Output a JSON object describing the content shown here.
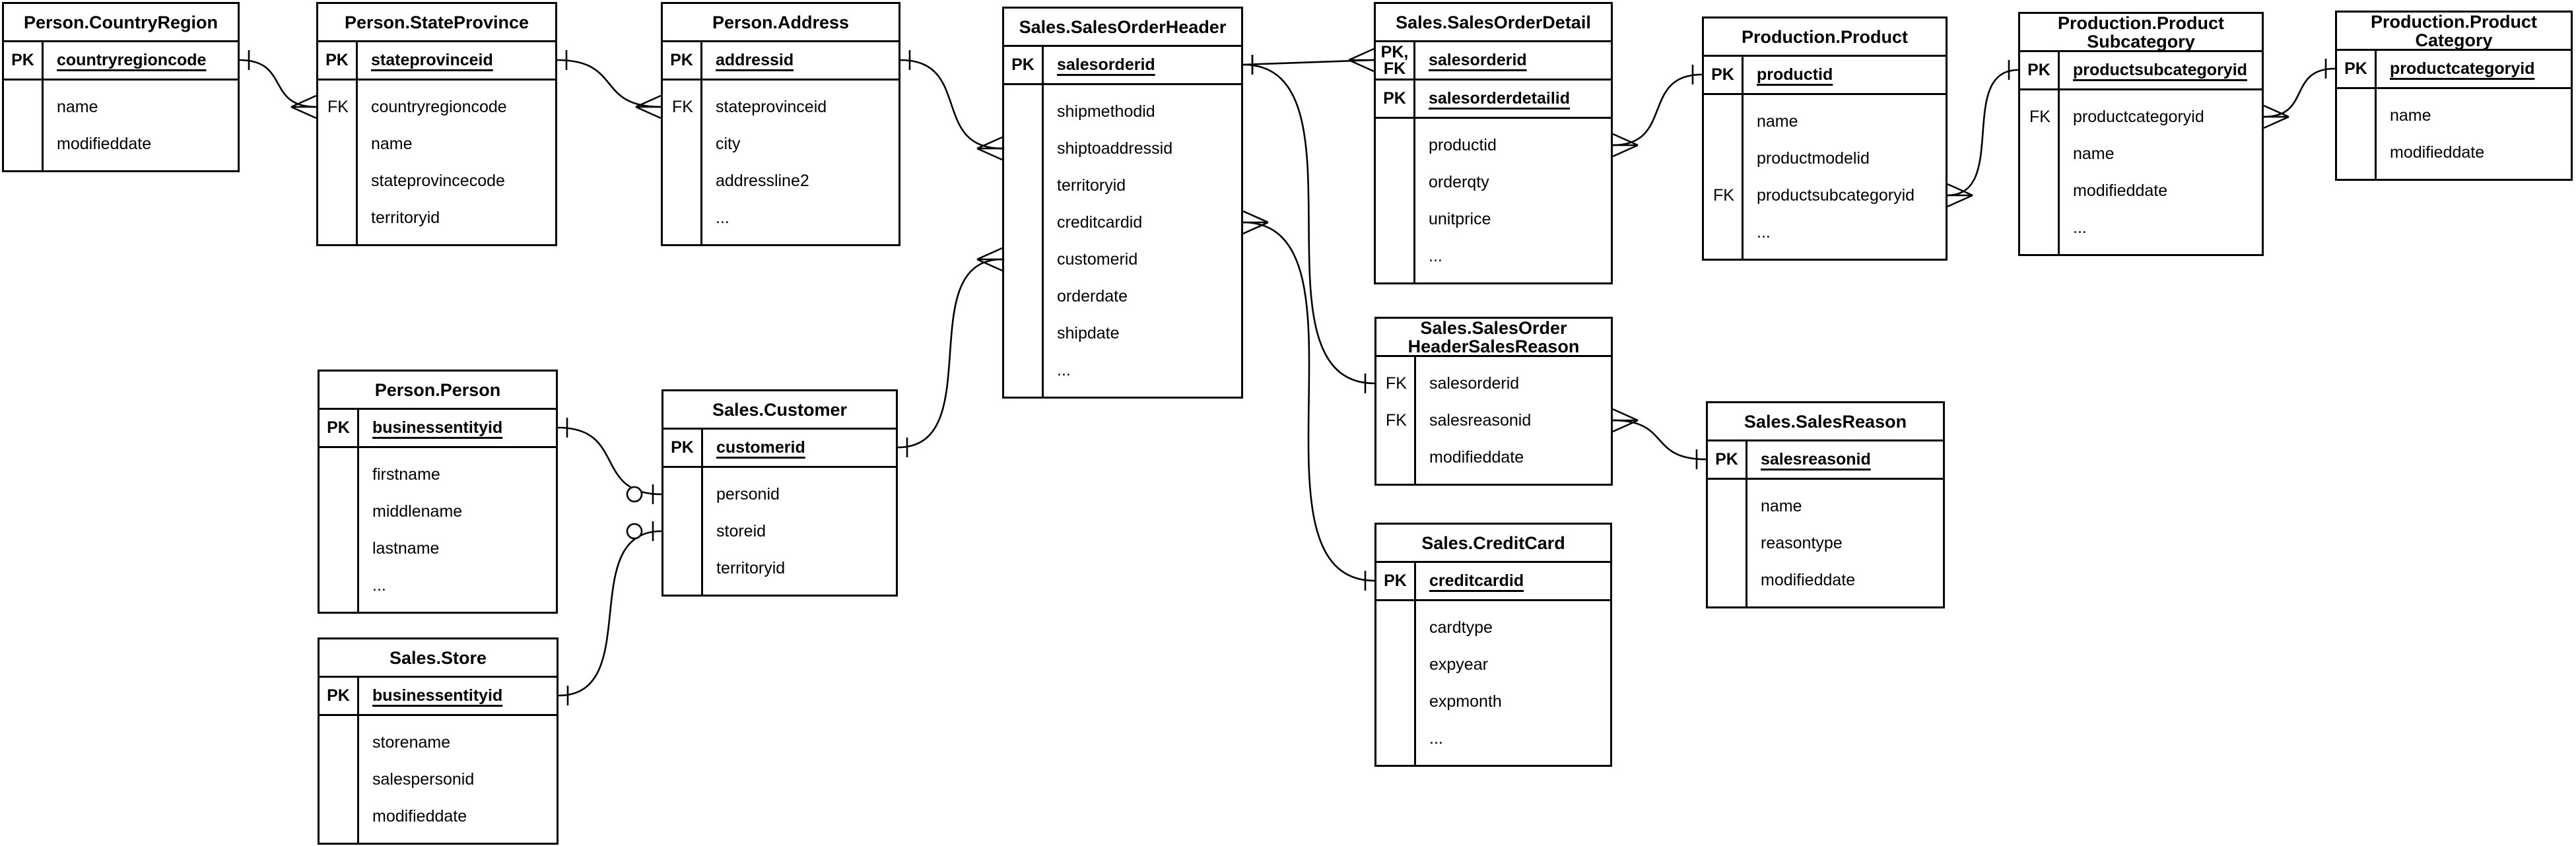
{
  "diagram": {
    "kind": "entity-relationship-diagram",
    "background_color": "#ffffff",
    "line_color": "#000000",
    "text_color": "#000000",
    "cardinality_notation": "crows-foot"
  },
  "entities": [
    {
      "id": "countryregion",
      "title": "Person.CountryRegion",
      "rows": [
        {
          "key": "PK",
          "name": "countryregioncode",
          "pk": true
        },
        {
          "key": "",
          "name": "name",
          "pk": false
        },
        {
          "key": "",
          "name": "modifieddate",
          "pk": false
        }
      ]
    },
    {
      "id": "stateprovince",
      "title": "Person.StateProvince",
      "rows": [
        {
          "key": "PK",
          "name": "stateprovinceid",
          "pk": true
        },
        {
          "key": "FK",
          "name": "countryregioncode",
          "pk": false
        },
        {
          "key": "",
          "name": "name",
          "pk": false
        },
        {
          "key": "",
          "name": "stateprovincecode",
          "pk": false
        },
        {
          "key": "",
          "name": "territoryid",
          "pk": false
        }
      ]
    },
    {
      "id": "address",
      "title": "Person.Address",
      "rows": [
        {
          "key": "PK",
          "name": "addressid",
          "pk": true
        },
        {
          "key": "FK",
          "name": "stateprovinceid",
          "pk": false
        },
        {
          "key": "",
          "name": "city",
          "pk": false
        },
        {
          "key": "",
          "name": "addressline2",
          "pk": false
        },
        {
          "key": "",
          "name": "...",
          "pk": false
        }
      ]
    },
    {
      "id": "salesorderheader",
      "title": "Sales.SalesOrderHeader",
      "rows": [
        {
          "key": "PK",
          "name": "salesorderid",
          "pk": true
        },
        {
          "key": "",
          "name": "shipmethodid",
          "pk": false
        },
        {
          "key": "",
          "name": "shiptoaddressid",
          "pk": false
        },
        {
          "key": "",
          "name": "territoryid",
          "pk": false
        },
        {
          "key": "",
          "name": "creditcardid",
          "pk": false
        },
        {
          "key": "",
          "name": "customerid",
          "pk": false
        },
        {
          "key": "",
          "name": "orderdate",
          "pk": false
        },
        {
          "key": "",
          "name": "shipdate",
          "pk": false
        },
        {
          "key": "",
          "name": "...",
          "pk": false
        }
      ]
    },
    {
      "id": "salesorderdetail",
      "title": "Sales.SalesOrderDetail",
      "rows": [
        {
          "key": "PK,\nFK",
          "name": "salesorderid",
          "pk": true
        },
        {
          "key": "PK",
          "name": "salesorderdetailid",
          "pk": true
        },
        {
          "key": "",
          "name": "productid",
          "pk": false
        },
        {
          "key": "",
          "name": "orderqty",
          "pk": false
        },
        {
          "key": "",
          "name": "unitprice",
          "pk": false
        },
        {
          "key": "",
          "name": "...",
          "pk": false
        }
      ]
    },
    {
      "id": "product",
      "title": "Production.Product",
      "rows": [
        {
          "key": "PK",
          "name": "productid",
          "pk": true
        },
        {
          "key": "",
          "name": "name",
          "pk": false
        },
        {
          "key": "",
          "name": "productmodelid",
          "pk": false
        },
        {
          "key": "FK",
          "name": "productsubcategoryid",
          "pk": false
        },
        {
          "key": "",
          "name": "...",
          "pk": false
        }
      ]
    },
    {
      "id": "productsubcategory",
      "title": "Production.Product\nSubcategory",
      "rows": [
        {
          "key": "PK",
          "name": "productsubcategoryid",
          "pk": true
        },
        {
          "key": "FK",
          "name": "productcategoryid",
          "pk": false
        },
        {
          "key": "",
          "name": "name",
          "pk": false
        },
        {
          "key": "",
          "name": "modifieddate",
          "pk": false
        },
        {
          "key": "",
          "name": "...",
          "pk": false
        }
      ]
    },
    {
      "id": "productcategory",
      "title": "Production.Product\nCategory",
      "rows": [
        {
          "key": "PK",
          "name": "productcategoryid",
          "pk": true
        },
        {
          "key": "",
          "name": "name",
          "pk": false
        },
        {
          "key": "",
          "name": "modifieddate",
          "pk": false
        }
      ]
    },
    {
      "id": "salesorderheadersalesreason",
      "title": "Sales.SalesOrder\nHeaderSalesReason",
      "rows": [
        {
          "key": "FK",
          "name": "salesorderid",
          "pk": false
        },
        {
          "key": "FK",
          "name": "salesreasonid",
          "pk": false
        },
        {
          "key": "",
          "name": "modifieddate",
          "pk": false
        }
      ]
    },
    {
      "id": "salesreason",
      "title": "Sales.SalesReason",
      "rows": [
        {
          "key": "PK",
          "name": "salesreasonid",
          "pk": true
        },
        {
          "key": "",
          "name": "name",
          "pk": false
        },
        {
          "key": "",
          "name": "reasontype",
          "pk": false
        },
        {
          "key": "",
          "name": "modifieddate",
          "pk": false
        }
      ]
    },
    {
      "id": "creditcard",
      "title": "Sales.CreditCard",
      "rows": [
        {
          "key": "PK",
          "name": "creditcardid",
          "pk": true
        },
        {
          "key": "",
          "name": "cardtype",
          "pk": false
        },
        {
          "key": "",
          "name": "expyear",
          "pk": false
        },
        {
          "key": "",
          "name": "expmonth",
          "pk": false
        },
        {
          "key": "",
          "name": "...",
          "pk": false
        }
      ]
    },
    {
      "id": "person",
      "title": "Person.Person",
      "rows": [
        {
          "key": "PK",
          "name": "businessentityid",
          "pk": true
        },
        {
          "key": "",
          "name": "firstname",
          "pk": false
        },
        {
          "key": "",
          "name": "middlename",
          "pk": false
        },
        {
          "key": "",
          "name": "lastname",
          "pk": false
        },
        {
          "key": "",
          "name": "...",
          "pk": false
        }
      ]
    },
    {
      "id": "customer",
      "title": "Sales.Customer",
      "rows": [
        {
          "key": "PK",
          "name": "customerid",
          "pk": true
        },
        {
          "key": "",
          "name": "personid",
          "pk": false
        },
        {
          "key": "",
          "name": "storeid",
          "pk": false
        },
        {
          "key": "",
          "name": "territoryid",
          "pk": false
        }
      ]
    },
    {
      "id": "store",
      "title": "Sales.Store",
      "rows": [
        {
          "key": "PK",
          "name": "businessentityid",
          "pk": true
        },
        {
          "key": "",
          "name": "storename",
          "pk": false
        },
        {
          "key": "",
          "name": "salespersonid",
          "pk": false
        },
        {
          "key": "",
          "name": "modifieddate",
          "pk": false
        }
      ]
    }
  ],
  "relationships": [
    {
      "from": {
        "entity": "countryregion",
        "field": "countryregioncode",
        "cardinality": "one"
      },
      "to": {
        "entity": "stateprovince",
        "field": "countryregioncode",
        "cardinality": "many"
      }
    },
    {
      "from": {
        "entity": "stateprovince",
        "field": "stateprovinceid",
        "cardinality": "one"
      },
      "to": {
        "entity": "address",
        "field": "stateprovinceid",
        "cardinality": "many"
      }
    },
    {
      "from": {
        "entity": "address",
        "field": "addressid",
        "cardinality": "one"
      },
      "to": {
        "entity": "salesorderheader",
        "field": "shiptoaddressid",
        "cardinality": "many"
      }
    },
    {
      "from": {
        "entity": "customer",
        "field": "customerid",
        "cardinality": "one"
      },
      "to": {
        "entity": "salesorderheader",
        "field": "customerid",
        "cardinality": "many"
      }
    },
    {
      "from": {
        "entity": "salesorderheader",
        "field": "salesorderid",
        "cardinality": "one"
      },
      "to": {
        "entity": "salesorderdetail",
        "field": "salesorderid",
        "cardinality": "many"
      }
    },
    {
      "from": {
        "entity": "salesorderheader",
        "field": "salesorderid",
        "cardinality": "one"
      },
      "to": {
        "entity": "salesorderheadersalesreason",
        "field": "salesorderid",
        "cardinality": "one"
      }
    },
    {
      "from": {
        "entity": "salesorderheader",
        "field": "creditcardid",
        "cardinality": "many"
      },
      "to": {
        "entity": "creditcard",
        "field": "creditcardid",
        "cardinality": "one"
      }
    },
    {
      "from": {
        "entity": "salesorderdetail",
        "field": "productid",
        "cardinality": "many"
      },
      "to": {
        "entity": "product",
        "field": "productid",
        "cardinality": "one"
      }
    },
    {
      "from": {
        "entity": "product",
        "field": "productsubcategoryid",
        "cardinality": "many"
      },
      "to": {
        "entity": "productsubcategory",
        "field": "productsubcategoryid",
        "cardinality": "one"
      }
    },
    {
      "from": {
        "entity": "productsubcategory",
        "field": "productcategoryid",
        "cardinality": "many"
      },
      "to": {
        "entity": "productcategory",
        "field": "productcategoryid",
        "cardinality": "one"
      }
    },
    {
      "from": {
        "entity": "salesorderheadersalesreason",
        "field": "salesreasonid",
        "cardinality": "many"
      },
      "to": {
        "entity": "salesreason",
        "field": "salesreasonid",
        "cardinality": "one"
      }
    },
    {
      "from": {
        "entity": "person",
        "field": "businessentityid",
        "cardinality": "one"
      },
      "to": {
        "entity": "customer",
        "field": "personid",
        "cardinality": "zero-or-one"
      }
    },
    {
      "from": {
        "entity": "store",
        "field": "businessentityid",
        "cardinality": "one"
      },
      "to": {
        "entity": "customer",
        "field": "storeid",
        "cardinality": "zero-or-one"
      }
    }
  ]
}
